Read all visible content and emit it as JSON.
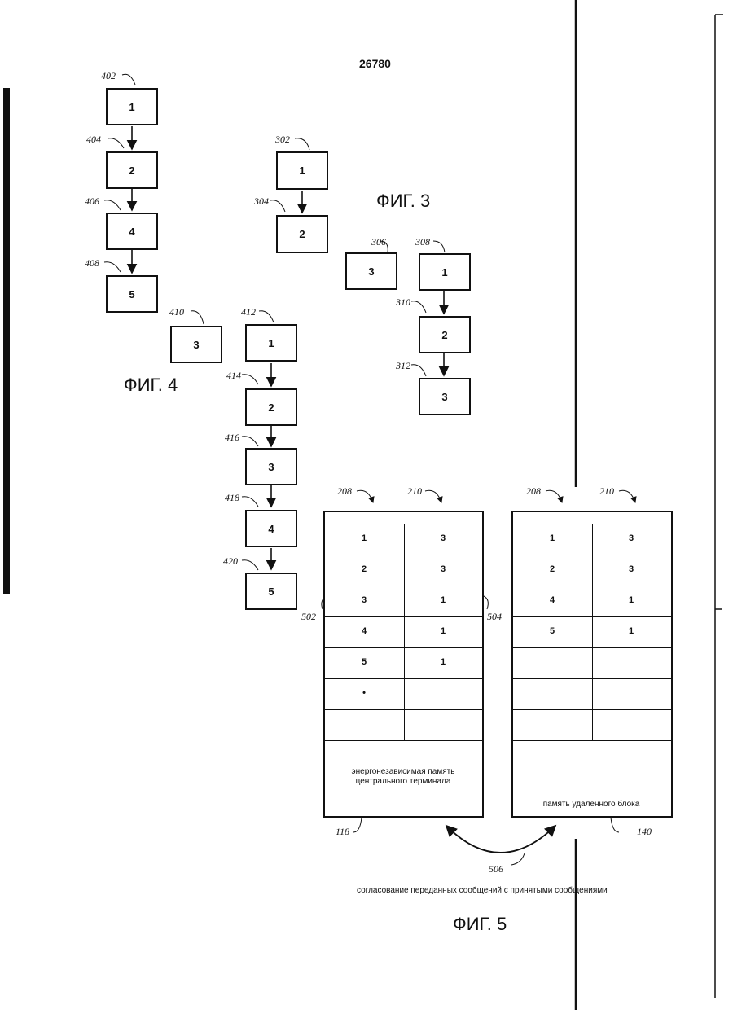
{
  "doc_number": "26780",
  "fig3": {
    "caption": "ФИГ. 3",
    "chain_a": [
      {
        "ref": "302",
        "label": "1"
      },
      {
        "ref": "304",
        "label": "2"
      }
    ],
    "single": {
      "ref": "306",
      "label": "3"
    },
    "chain_b": [
      {
        "ref": "308",
        "label": "1"
      },
      {
        "ref": "310",
        "label": "2"
      },
      {
        "ref": "312",
        "label": "3"
      }
    ]
  },
  "fig4": {
    "caption": "ФИГ. 4",
    "chain_a": [
      {
        "ref": "402",
        "label": "1"
      },
      {
        "ref": "404",
        "label": "2"
      },
      {
        "ref": "406",
        "label": "4"
      },
      {
        "ref": "408",
        "label": "5"
      }
    ],
    "single": {
      "ref": "410",
      "label": "3"
    },
    "chain_b": [
      {
        "ref": "412",
        "label": "1"
      },
      {
        "ref": "414",
        "label": "2"
      },
      {
        "ref": "416",
        "label": "3"
      },
      {
        "ref": "418",
        "label": "4"
      },
      {
        "ref": "420",
        "label": "5"
      }
    ]
  },
  "fig5": {
    "caption": "ФИГ. 5",
    "col_ref_left": "208",
    "col_ref_right": "210",
    "left_table": {
      "ref": "118",
      "left_side_ref": "502",
      "right_side_ref": "504",
      "rows": [
        [
          "1",
          "3"
        ],
        [
          "2",
          "3"
        ],
        [
          "3",
          "1"
        ],
        [
          "4",
          "1"
        ],
        [
          "5",
          "1"
        ],
        [
          "•",
          ""
        ],
        [
          "",
          ""
        ]
      ],
      "caption": "энергонезависимая память центрального терминала"
    },
    "right_table": {
      "ref": "140",
      "rows": [
        [
          "1",
          "3"
        ],
        [
          "2",
          "3"
        ],
        [
          "4",
          "1"
        ],
        [
          "5",
          "1"
        ],
        [
          "",
          ""
        ],
        [
          "",
          ""
        ],
        [
          "",
          ""
        ]
      ],
      "caption": "память удаленного блока"
    },
    "link_ref": "506",
    "link_caption": "согласование переданных сообщений с принятыми сообщениями"
  }
}
